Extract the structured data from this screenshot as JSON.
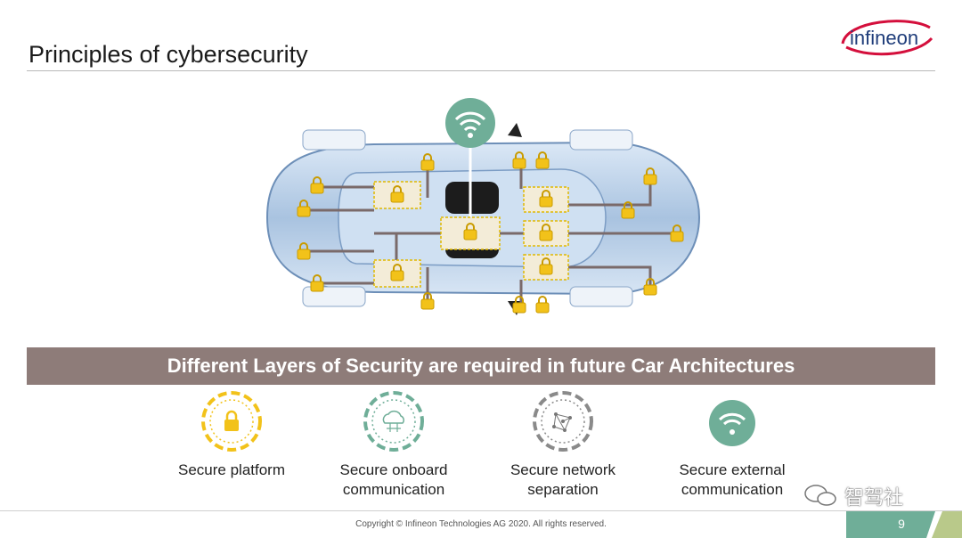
{
  "slide": {
    "title": "Principles of cybersecurity",
    "logo_text": "infineon",
    "banner": "Different Layers of Security are required in future Car Architectures",
    "pillars": [
      {
        "label": "Secure platform",
        "icon": "lock-icon"
      },
      {
        "label": "Secure onboard\ncommunication",
        "icon": "cloud-circuit-icon"
      },
      {
        "label": "Secure network\nseparation",
        "icon": "network-icon"
      },
      {
        "label": "Secure external\ncommunication",
        "icon": "wifi-icon"
      }
    ],
    "copyright": "Copyright © Infineon Technologies AG 2020. All rights reserved.",
    "page_number": "9",
    "watermark": "智驾社"
  },
  "colors": {
    "banner": "#8e7c79",
    "lock": "#f2c21a",
    "teal": "#6fae98",
    "logo_red": "#d40f3c",
    "logo_blue": "#1f3d7a"
  }
}
